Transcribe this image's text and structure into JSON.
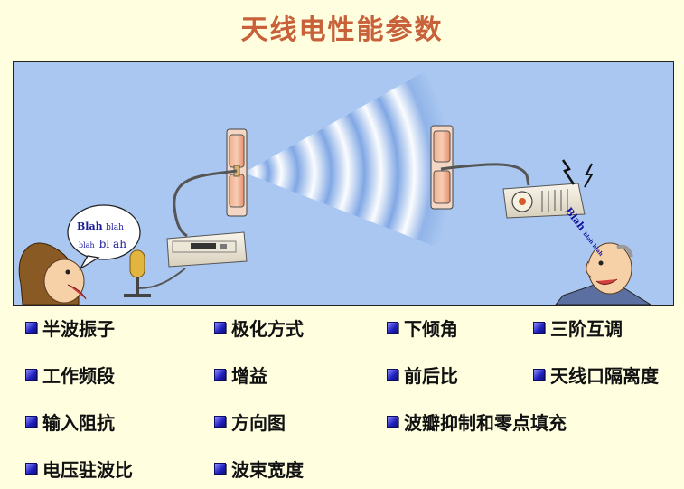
{
  "title": "天线电性能参数",
  "speech_bubble": {
    "line1_bold": "Blah",
    "line1_small": "blah",
    "line2_small": "blah",
    "line2_big": "bl ah"
  },
  "radio_text": "Blah",
  "radio_text_small": "blah blah",
  "params": [
    [
      "半波振子",
      "极化方式",
      "下倾角",
      "三阶互调"
    ],
    [
      "工作频段",
      "增益",
      "前后比",
      "天线口隔离度"
    ],
    [
      "输入阻抗",
      "方向图",
      "波瓣抑制和零点填充",
      ""
    ],
    [
      "电压驻波比",
      "波束宽度",
      "",
      ""
    ]
  ],
  "colors": {
    "title": "#C8613A",
    "background": "#FFFFE0",
    "scene": "#A9C7F0",
    "bullet": "#2020C0"
  }
}
